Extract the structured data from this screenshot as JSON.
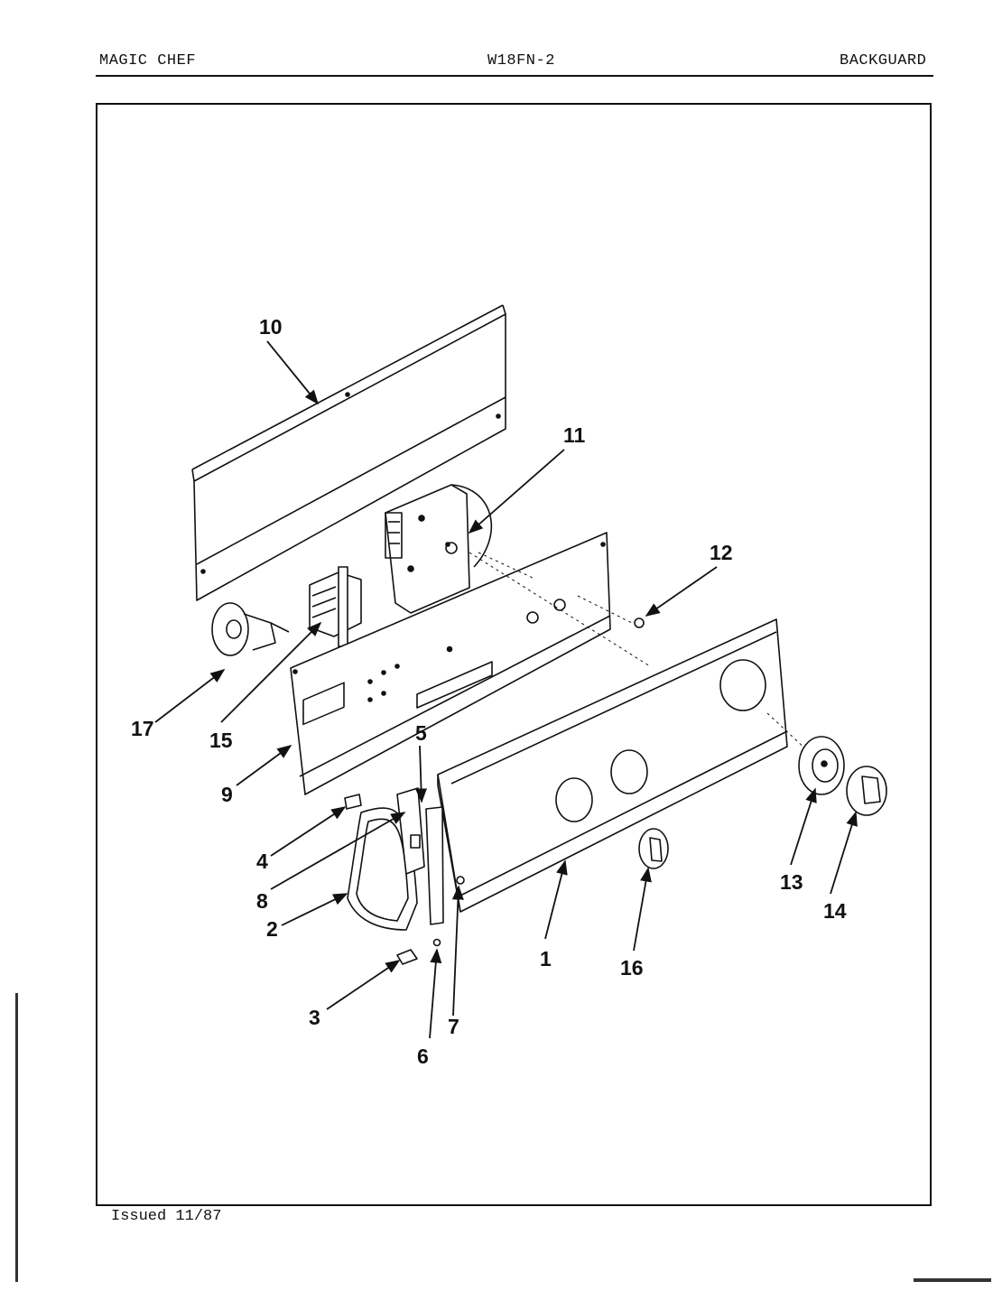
{
  "header": {
    "brand": "MAGIC CHEF",
    "model": "W18FN-2",
    "section": "BACKGUARD"
  },
  "footer": {
    "issued": "Issued 11/87"
  },
  "callouts": [
    {
      "id": "c10",
      "label": "10"
    },
    {
      "id": "c11",
      "label": "11"
    },
    {
      "id": "c12",
      "label": "12"
    },
    {
      "id": "c17",
      "label": "17"
    },
    {
      "id": "c15",
      "label": "15"
    },
    {
      "id": "c9",
      "label": "9"
    },
    {
      "id": "c5",
      "label": "5"
    },
    {
      "id": "c4",
      "label": "4"
    },
    {
      "id": "c8",
      "label": "8"
    },
    {
      "id": "c2",
      "label": "2"
    },
    {
      "id": "c3",
      "label": "3"
    },
    {
      "id": "c6",
      "label": "6"
    },
    {
      "id": "c7",
      "label": "7"
    },
    {
      "id": "c1",
      "label": "1"
    },
    {
      "id": "c16",
      "label": "16"
    },
    {
      "id": "c13",
      "label": "13"
    },
    {
      "id": "c14",
      "label": "14"
    }
  ]
}
